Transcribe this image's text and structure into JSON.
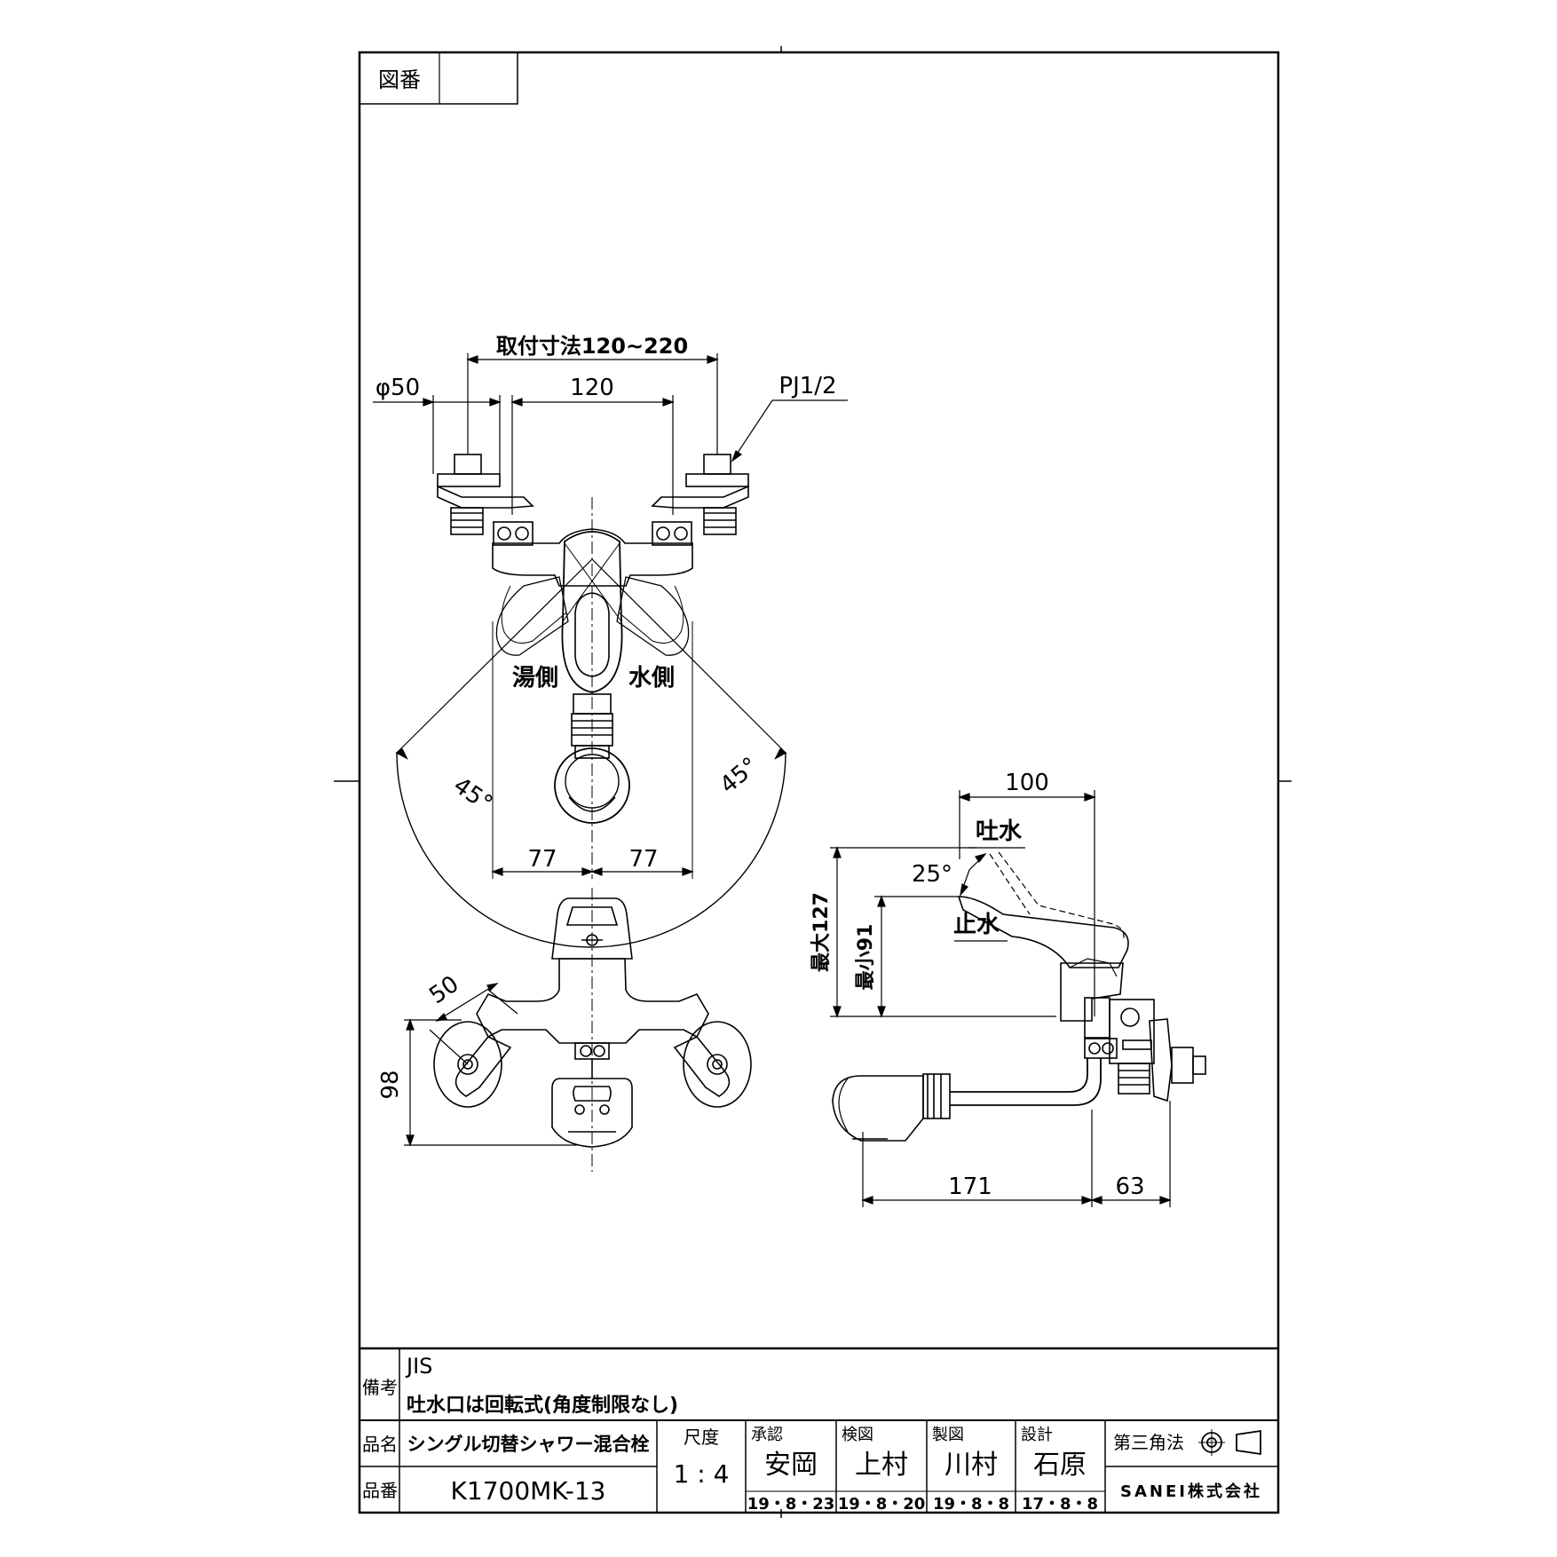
{
  "drawing_number": {
    "label": "図番",
    "value": ""
  },
  "dimensions": {
    "mount_range": "取付寸法120~220",
    "pitch": "120",
    "diameter": "φ50",
    "pipe_thread": "PJ1/2",
    "hot_side": "湯側",
    "cold_side": "水側",
    "angle_left": "45°",
    "angle_right": "45°",
    "half_width_left": "77",
    "half_width_right": "77",
    "leg_offset": "50",
    "height_98": "98",
    "spout_depth": "100",
    "spout_on": "吐水",
    "spout_off": "止水",
    "lever_angle": "25°",
    "max_height": "最大127",
    "min_height": "最小91",
    "projection": "171",
    "wall_offset": "63"
  },
  "title_block": {
    "remarks_label": "備考",
    "remarks_line1": "JIS",
    "remarks_line2": "吐水口は回転式(角度制限なし)",
    "product_name_label": "品名",
    "product_name": "シングル切替シャワー混合栓",
    "product_number_label": "品番",
    "product_number": "K1700MK-13",
    "scale_label": "尺度",
    "scale_value": "1 : 4",
    "approval_label": "承認",
    "approval_name": "安岡",
    "approval_date": "19・8・23",
    "check_label": "検図",
    "check_name": "上村",
    "check_date": "19・8・20",
    "drawn_label": "製図",
    "drawn_name": "川村",
    "drawn_date": "19・8・8",
    "design_label": "設計",
    "design_name": "石原",
    "design_date": "17・8・8",
    "projection_label": "第三角法",
    "company": "SANEI株式会社"
  }
}
